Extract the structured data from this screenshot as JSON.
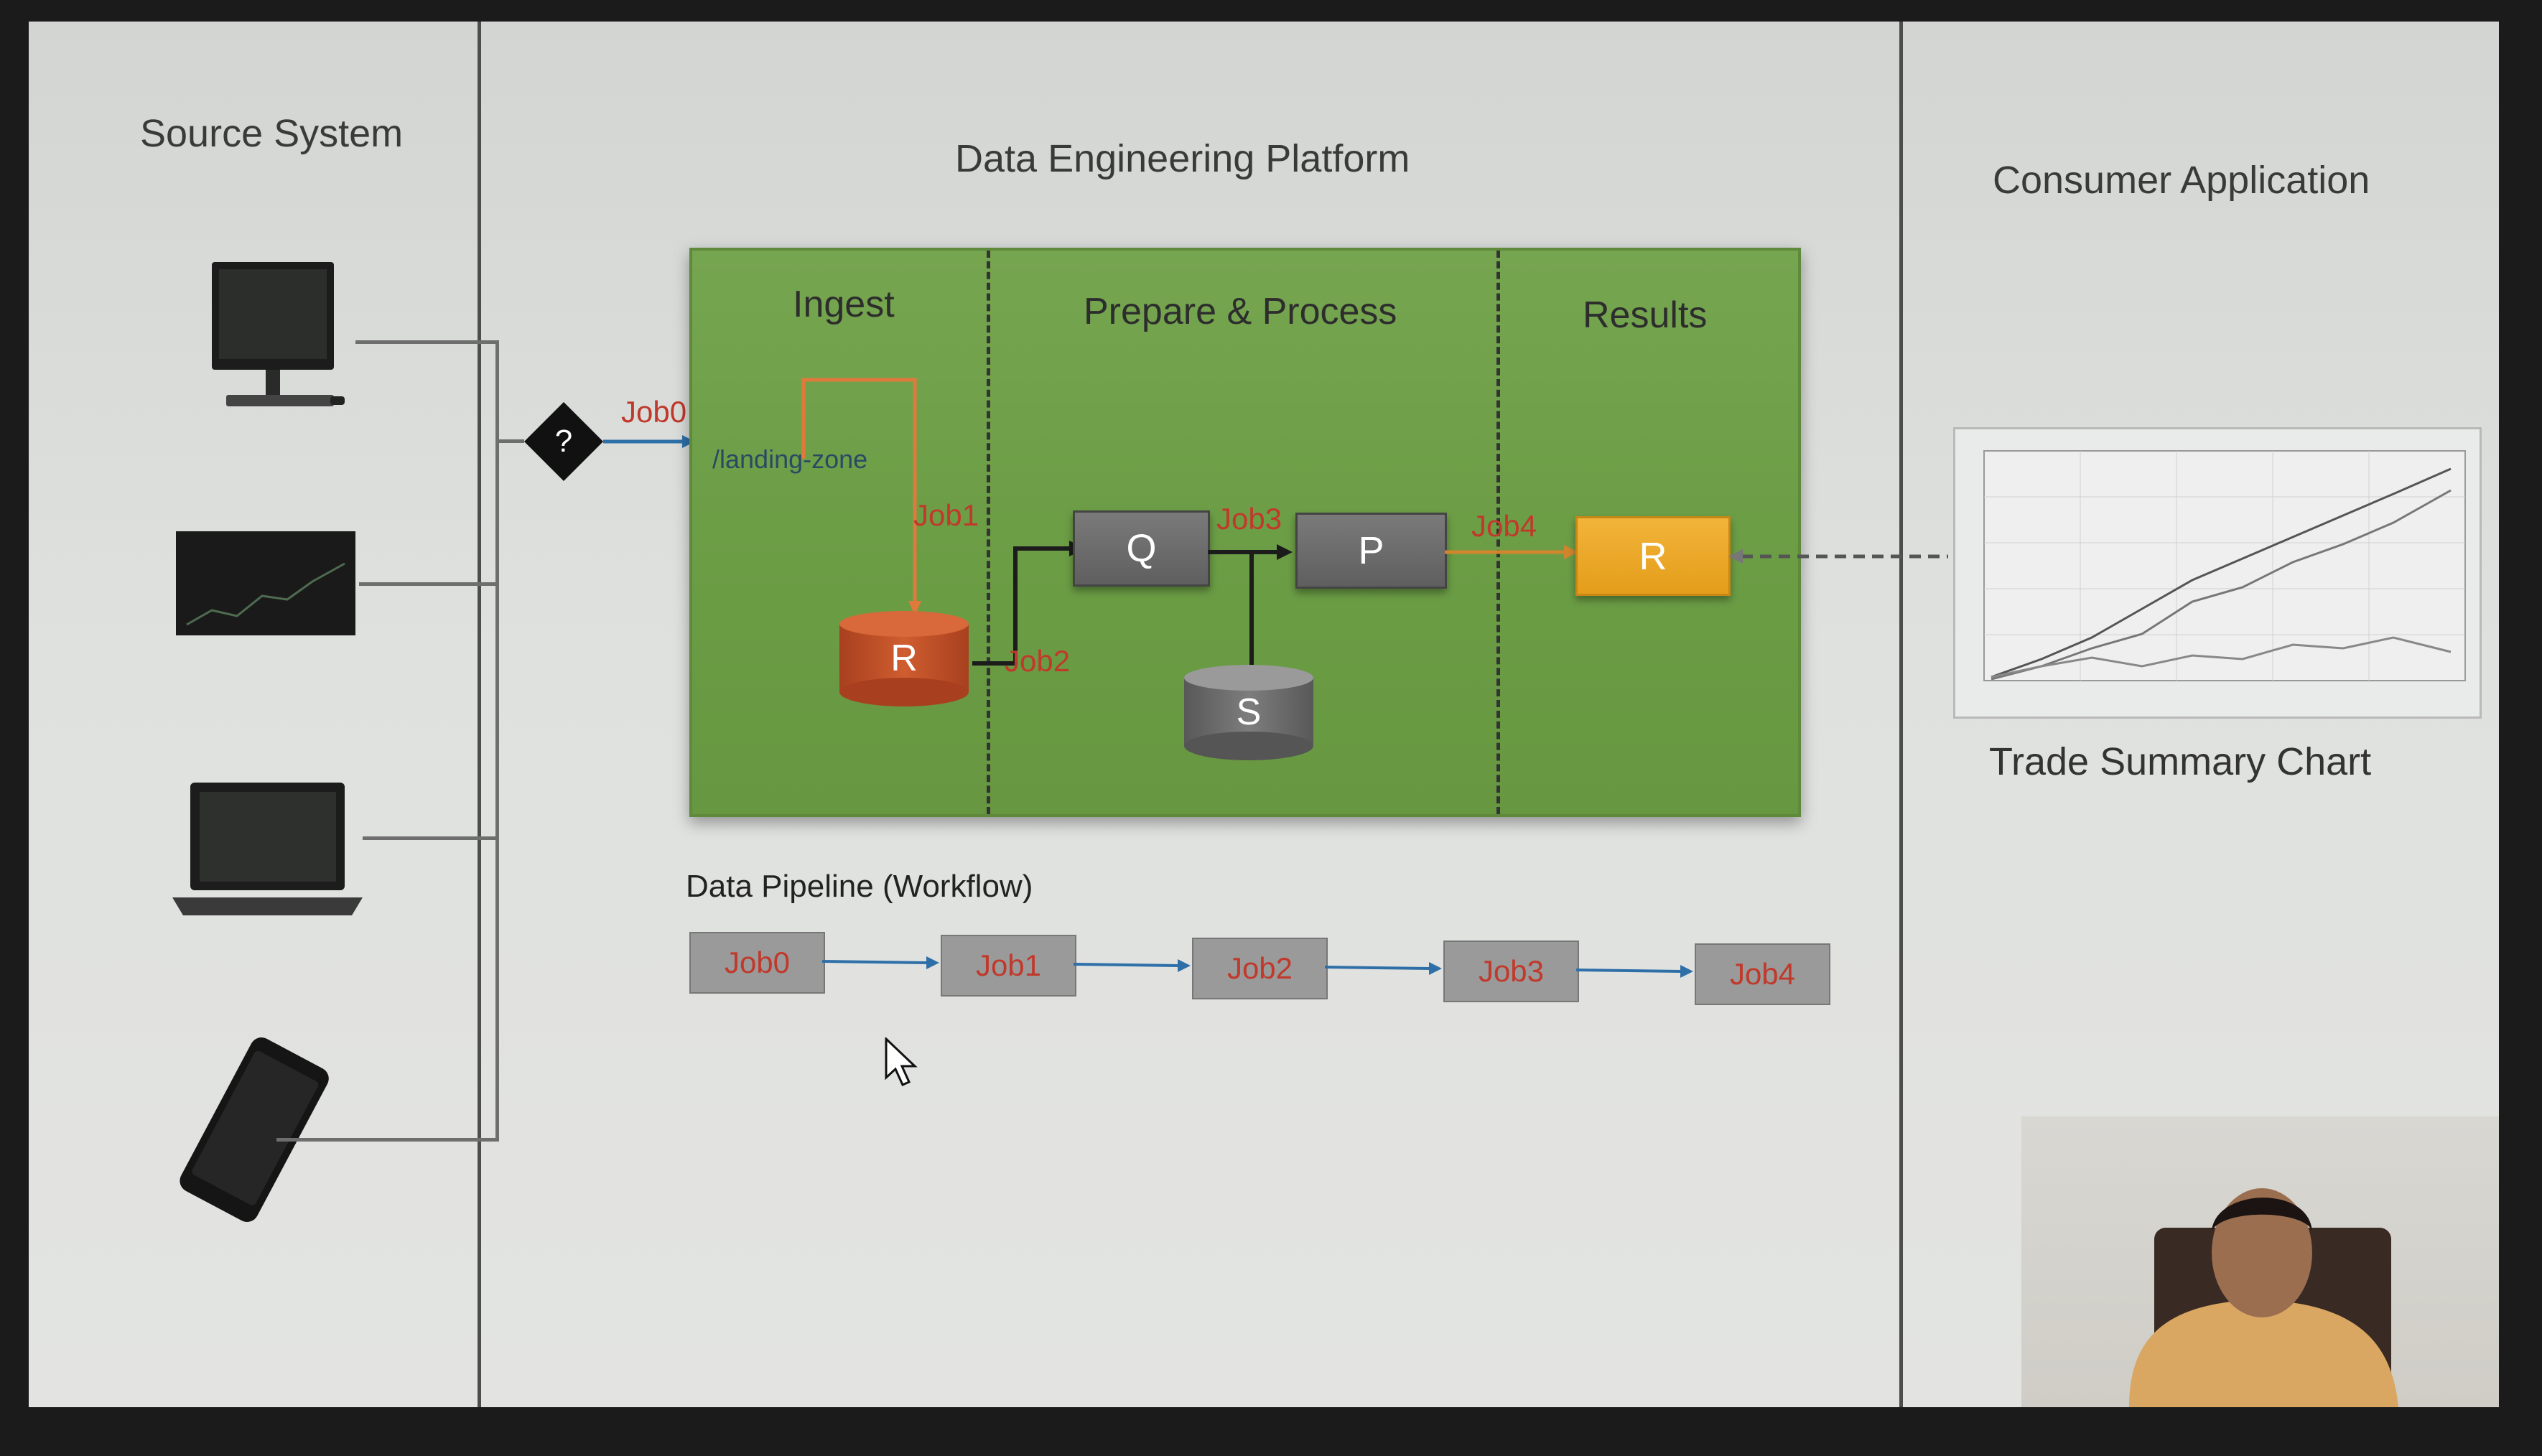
{
  "columns": {
    "source": "Source System",
    "platform": "Data Engineering Platform",
    "consumer": "Consumer Application"
  },
  "stages": {
    "ingest": "Ingest",
    "prepare": "Prepare & Process",
    "results": "Results"
  },
  "decision_symbol": "?",
  "landing_zone": "/landing-zone",
  "jobs": {
    "job0": "Job0",
    "job1": "Job1",
    "job2": "Job2",
    "job3": "Job3",
    "job4": "Job4"
  },
  "nodes": {
    "raw": "R",
    "queue": "Q",
    "process": "P",
    "store": "S",
    "result": "R"
  },
  "pipeline": {
    "title": "Data Pipeline (Workflow)",
    "steps": [
      "Job0",
      "Job1",
      "Job2",
      "Job3",
      "Job4"
    ]
  },
  "consumer_chart": {
    "caption": "Trade Summary Chart"
  },
  "colors": {
    "platform_green": "#6b9d45",
    "job_red": "#c0392b",
    "result_gold": "#e9a52a",
    "raw_store_orange": "#c1522a",
    "landing_blue": "#2f6fa8"
  }
}
